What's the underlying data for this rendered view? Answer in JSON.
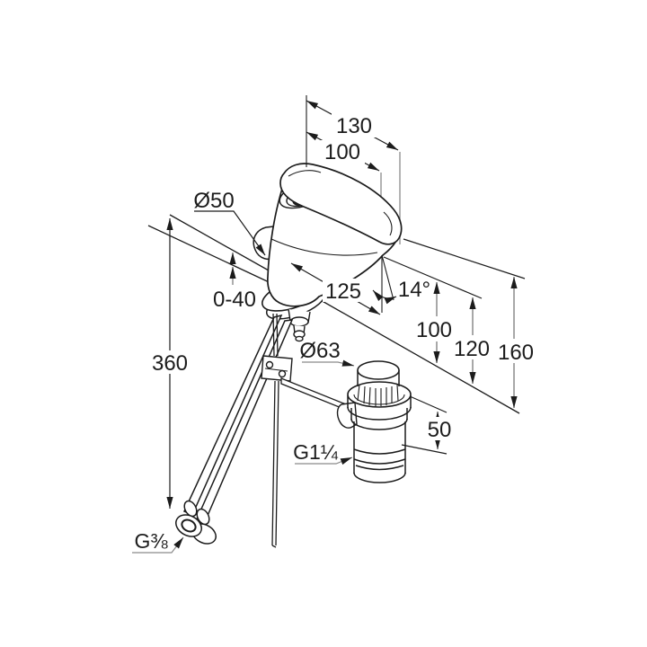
{
  "page": {
    "background_color": "#ffffff",
    "line_color": "#1c1c1c",
    "secondary_line_color": "#8a8a8a"
  },
  "diagram": {
    "type": "technical-drawing",
    "subject": "Single-lever basin mixer faucet with pop-up waste, dimensional drawing",
    "dimensions": {
      "lever_length": "130",
      "spout_reach_top": "100",
      "base_diameter": "Ø50",
      "deck_thickness_range": "0-40",
      "spout_projection": "125",
      "spout_angle": "14°",
      "spout_height": "100",
      "body_height": "120",
      "overall_height": "160",
      "hose_length": "360",
      "waste_diameter": "Ø63",
      "waste_height": "50",
      "waste_thread": "G1¼",
      "supply_thread": "G⅜"
    }
  }
}
